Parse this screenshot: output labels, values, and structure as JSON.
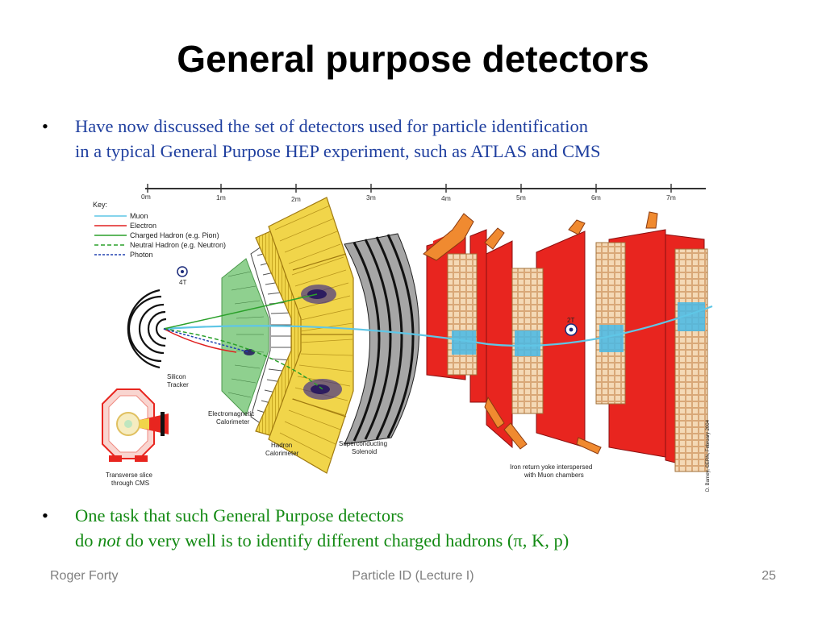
{
  "slide": {
    "title": "General purpose detectors",
    "bullets": [
      {
        "line1": "Have now discussed the set of detectors used for particle identification",
        "line2": "in a typical General Purpose HEP experiment, such as ATLAS and CMS"
      },
      {
        "line1": "One task that such General Purpose detectors",
        "line2_pre": "do ",
        "line2_em": "not",
        "line2_post": " do very well is to identify different charged hadrons (π, K, p)"
      }
    ],
    "footer": {
      "author": "Roger Forty",
      "center": "Particle ID  (Lecture I)",
      "page": "25"
    }
  },
  "figure": {
    "scale_labels": [
      "0m",
      "1m",
      "2m",
      "3m",
      "4m",
      "5m",
      "6m",
      "7m"
    ],
    "key_title": "Key:",
    "key_items": [
      {
        "label": "Muon",
        "color": "#5fc6e6",
        "dashed": false
      },
      {
        "label": "Electron",
        "color": "#e02020",
        "dashed": false
      },
      {
        "label": "Charged Hadron (e.g. Pion)",
        "color": "#2aa02a",
        "dashed": false
      },
      {
        "label": "Neutral Hadron (e.g. Neutron)",
        "color": "#2aa02a",
        "dashed": true
      },
      {
        "label": "Photon",
        "color": "#2040b0",
        "dashed": true
      }
    ],
    "labels": {
      "field_inner": "4T",
      "field_outer": "2T",
      "tracker": [
        "Silicon",
        "Tracker"
      ],
      "ecal": [
        "Electromagnetic",
        "Calorimeter"
      ],
      "hcal": [
        "Hadron",
        "Calorimeter"
      ],
      "solenoid": [
        "Superconducting",
        "Solenoid"
      ],
      "yoke": [
        "Iron return yoke interspersed",
        "with Muon chambers"
      ],
      "slice": [
        "Transverse slice",
        "through CMS"
      ],
      "credit": "D. Barney, CERN, February 2004"
    },
    "colors": {
      "iron": "#e8251f",
      "calorimeter": "#f1d54a",
      "tracker": "#8fd08f",
      "solenoid": "#a6a6a6",
      "chamber": "#f4d9b6",
      "chamber_blue": "#47b8e6"
    }
  }
}
